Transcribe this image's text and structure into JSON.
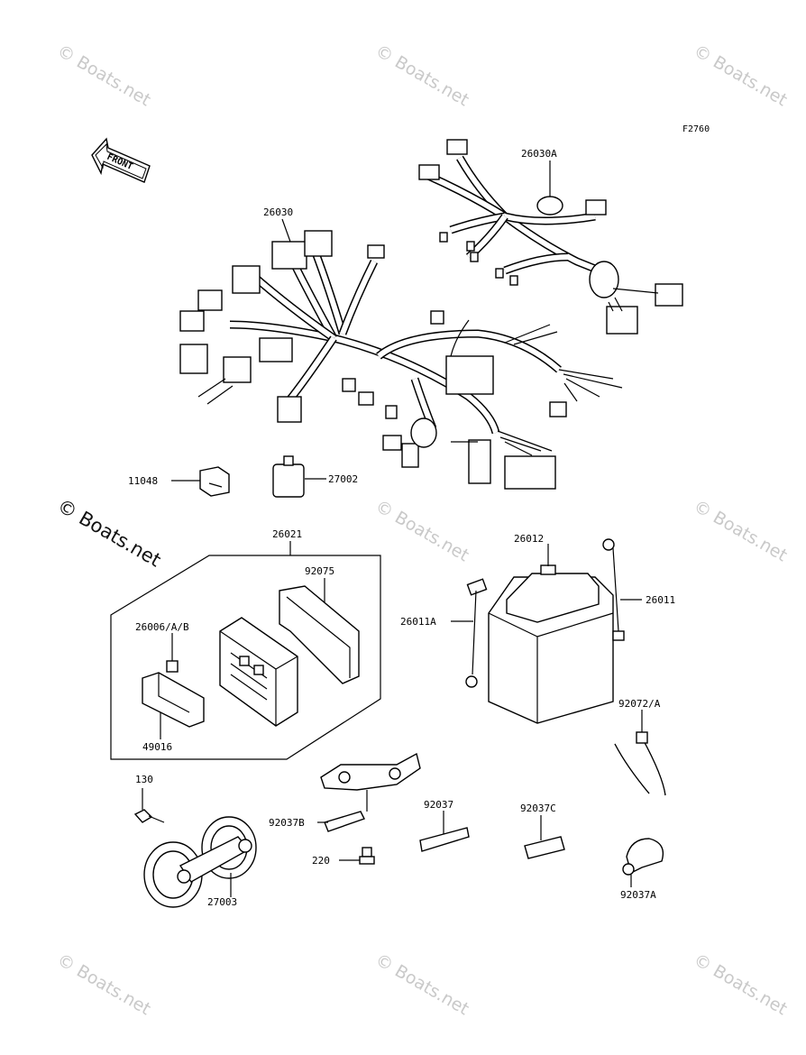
{
  "figure_code": "F2760",
  "front_label": "FRONT",
  "watermark": {
    "text": "© Boats.net",
    "prominent_text": "© Boats.net"
  },
  "callouts": {
    "p26030A": "26030A",
    "p26030": "26030",
    "p11048": "11048",
    "p27002": "27002",
    "p26021": "26021",
    "p92075": "92075",
    "p26006": "26006/A/B",
    "p49016": "49016",
    "p26012": "26012",
    "p26011A": "26011A",
    "p26011": "26011",
    "p92072": "92072/A",
    "p130": "130",
    "p92037B": "92037B",
    "p92037": "92037",
    "p92037C": "92037C",
    "p220": "220",
    "p27003": "27003",
    "p92037A": "92037A"
  }
}
